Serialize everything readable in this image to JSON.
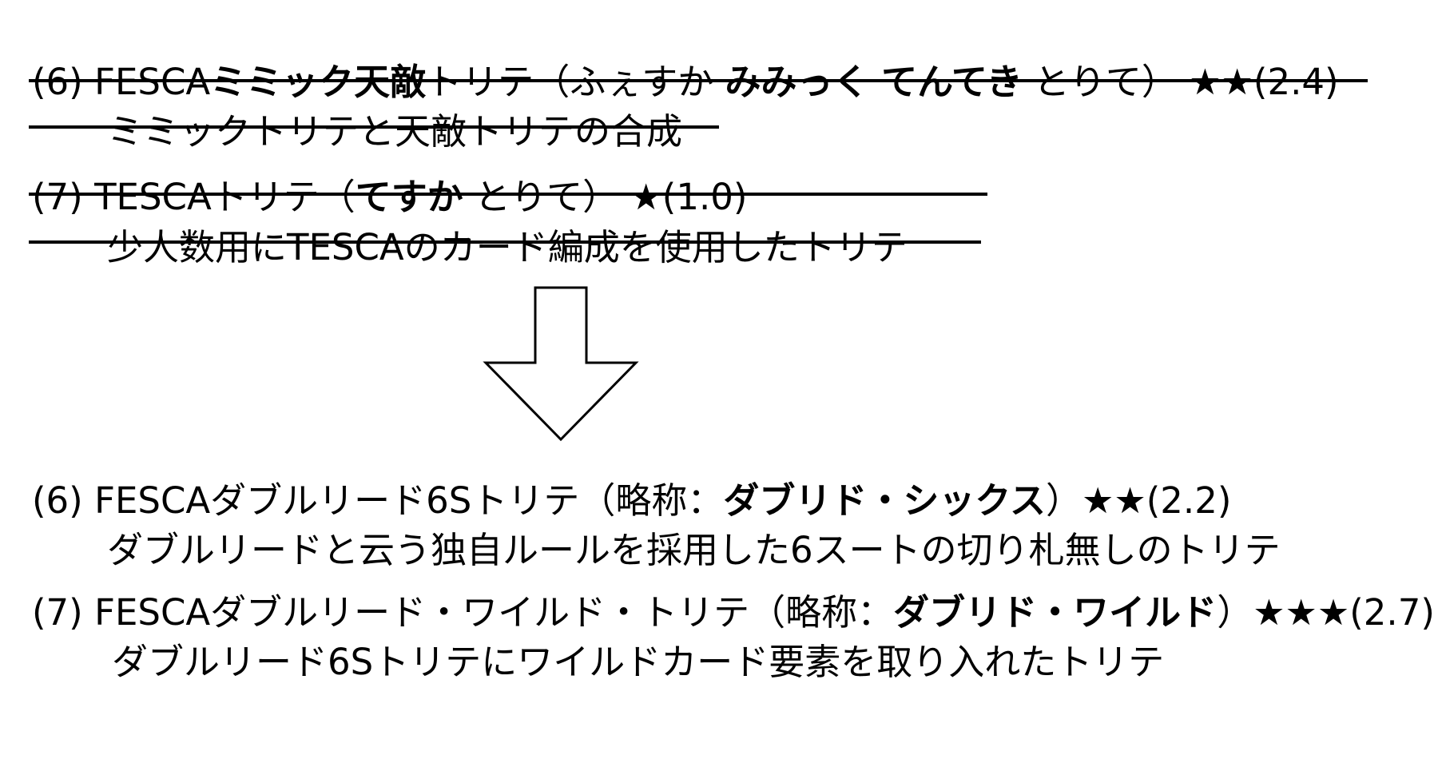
{
  "old_items": [
    {
      "num": "(6)",
      "name_pre": "FESCA",
      "name_bold": "ミミック天敵",
      "name_post": "トリテ",
      "reading_open": "（ふぇすか ",
      "reading_bold": "みみっく てんてき",
      "reading_close": " とりて）",
      "stars": "★★",
      "rating": "(2.4)",
      "desc": "ミミックトリテと天敵トリテの合成"
    },
    {
      "num": "(7)",
      "name_pre": "TESCA",
      "name_post": "トリテ",
      "reading_open": "（",
      "reading_bold": "てすか",
      "reading_close": " とりて）",
      "stars": "★",
      "rating": "(1.0)",
      "desc": "少人数用にTESCAのカード編成を使用したトリテ"
    }
  ],
  "new_items": [
    {
      "num": "(6)",
      "name": "FESCAダブルリード6Sトリテ",
      "abbr_open": "（略称：",
      "abbr_bold": "ダブリド・シックス",
      "abbr_close": "）",
      "stars": "★★",
      "rating": "(2.2)",
      "desc": "ダブルリードと云う独自ルールを採用した6スートの切り札無しのトリテ"
    },
    {
      "num": "(7)",
      "name": "FESCAダブルリード・ワイルド・トリテ",
      "abbr_open": "（略称：",
      "abbr_bold": "ダブリド・ワイルド",
      "abbr_close": "）",
      "stars": "★★★",
      "rating": "(2.7)",
      "desc": "ダブルリード6Sトリテにワイルドカード要素を取り入れたトリテ"
    }
  ]
}
